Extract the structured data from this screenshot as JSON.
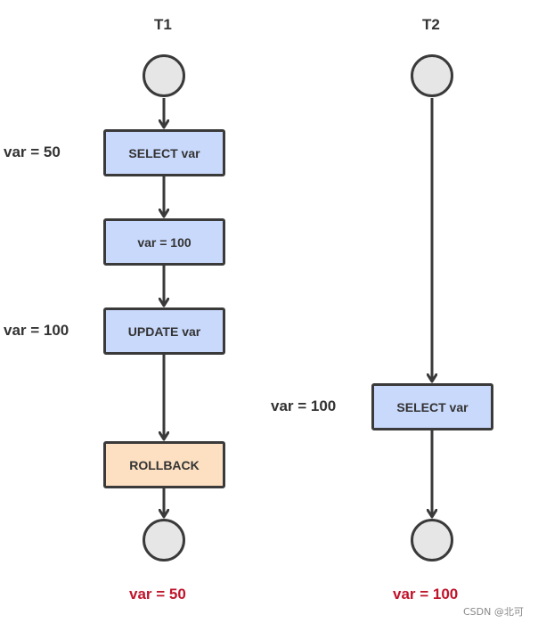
{
  "columns": [
    {
      "title": "T1"
    },
    {
      "title": "T2"
    }
  ],
  "t1": {
    "steps": [
      "SELECT var",
      "var = 100",
      "UPDATE var",
      "ROLLBACK"
    ],
    "side_labels": [
      "var = 50",
      "var = 100"
    ],
    "result": "var = 50"
  },
  "t2": {
    "steps": [
      "SELECT var"
    ],
    "side_labels": [
      "var = 100"
    ],
    "result": "var = 100"
  },
  "watermark": "CSDN @北可",
  "colors": {
    "step_fill": "#c9d9fb",
    "rollback_fill": "#fde0c2",
    "node_fill": "#e6e6e6",
    "stroke": "#3a3a3a",
    "result_text": "#c0142c"
  }
}
